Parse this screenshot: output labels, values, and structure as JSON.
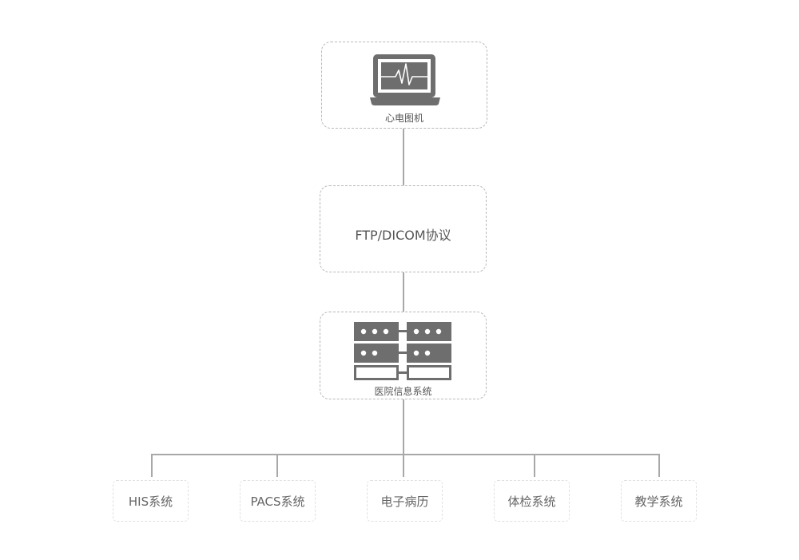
{
  "diagram": {
    "ecg_machine": {
      "label": "心电图机",
      "icon": "ecg-monitor-icon"
    },
    "protocol": {
      "label": "FTP/DICOM协议"
    },
    "hospital_system": {
      "label": "医院信息系统",
      "icon": "server-rack-icon"
    },
    "subsystems": [
      {
        "label": "HIS系统"
      },
      {
        "label": "PACS系统"
      },
      {
        "label": "电子病历"
      },
      {
        "label": "体检系统"
      },
      {
        "label": "教学系统"
      }
    ],
    "colors": {
      "icon": "#6e6e6e",
      "connector": "#a8a8a8",
      "border": "#b8b8b8"
    }
  }
}
